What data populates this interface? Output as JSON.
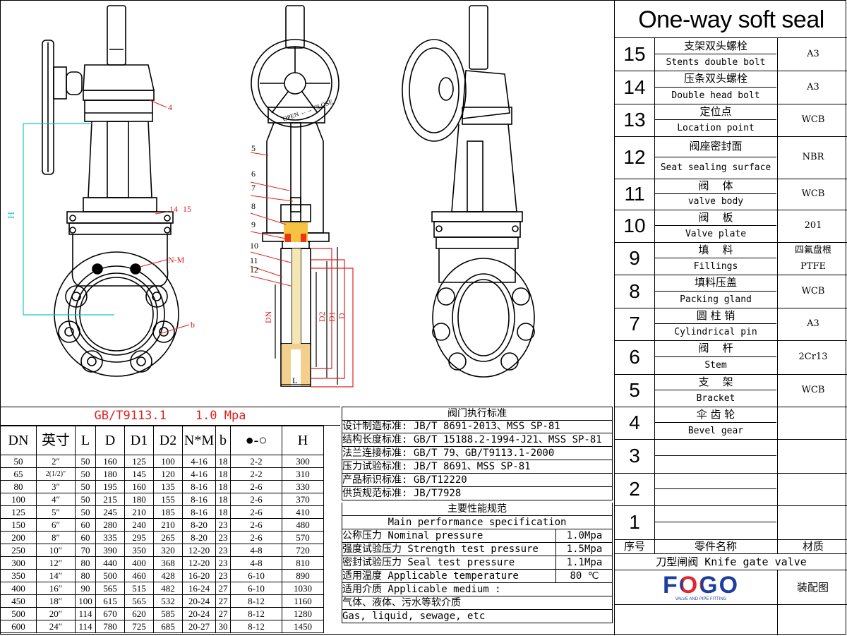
{
  "parts_title": "One-way soft seal",
  "parts": [
    {
      "no": "15",
      "cn": "支架双头螺栓",
      "en": "Stents double bolt",
      "mat": "A3"
    },
    {
      "no": "14",
      "cn": "压条双头螺栓",
      "en": "Double head bolt",
      "mat": "A3"
    },
    {
      "no": "13",
      "cn": "定位点",
      "en": "Location point",
      "mat": "WCB"
    },
    {
      "no": "12",
      "cn": "阀座密封面",
      "en": "Seat sealing surface",
      "mat": "NBR"
    },
    {
      "no": "11",
      "cn": "阀    体",
      "en": "valve body",
      "mat": "WCB"
    },
    {
      "no": "10",
      "cn": "阀    板",
      "en": "Valve plate",
      "mat": "201"
    },
    {
      "no": "9",
      "cn": "填    料",
      "en": "Fillings",
      "mat": "四氟盘根",
      "mat2": "PTFE"
    },
    {
      "no": "8",
      "cn": "填料压盖",
      "en": "Packing gland",
      "mat": "WCB"
    },
    {
      "no": "7",
      "cn": "圆 柱 销",
      "en": "Cylindrical pin",
      "mat": "A3"
    },
    {
      "no": "6",
      "cn": "阀    杆",
      "en": "Stem",
      "mat": "2Cr13"
    },
    {
      "no": "5",
      "cn": "支    架",
      "en": "Bracket",
      "mat": "WCB"
    },
    {
      "no": "4",
      "cn": "伞 齿 轮",
      "en": "Bevel gear",
      "mat": ""
    },
    {
      "no": "3",
      "cn": "",
      "en": "",
      "mat": ""
    },
    {
      "no": "2",
      "cn": "",
      "en": "",
      "mat": ""
    },
    {
      "no": "1",
      "cn": "",
      "en": "",
      "mat": ""
    }
  ],
  "parts_header": {
    "no": "序号",
    "name": "零件名称",
    "mat": "材质"
  },
  "product_name": "刀型闸阀 Knife gate valve",
  "logo": {
    "text": "FOGO",
    "tagline": "VALVE AND PIPE FITTING"
  },
  "drawing_type": "装配图",
  "dims_table": {
    "title": "GB/T9113.1    1.0 Mpa",
    "headers": [
      "DN",
      "英寸",
      "L",
      "D",
      "D1",
      "D2",
      "N*M",
      "b",
      "●-○",
      "H"
    ],
    "rows": [
      [
        "50",
        "2″",
        "50",
        "160",
        "125",
        "100",
        "4-16",
        "18",
        "2-2",
        "300"
      ],
      [
        "65",
        "2(1/2)″",
        "50",
        "180",
        "145",
        "120",
        "4-16",
        "18",
        "2-2",
        "310"
      ],
      [
        "80",
        "3″",
        "50",
        "195",
        "160",
        "135",
        "8-16",
        "18",
        "2-6",
        "330"
      ],
      [
        "100",
        "4″",
        "50",
        "215",
        "180",
        "155",
        "8-16",
        "18",
        "2-6",
        "370"
      ],
      [
        "125",
        "5″",
        "50",
        "245",
        "210",
        "185",
        "8-16",
        "18",
        "2-6",
        "410"
      ],
      [
        "150",
        "6″",
        "60",
        "280",
        "240",
        "210",
        "8-20",
        "23",
        "2-6",
        "480"
      ],
      [
        "200",
        "8″",
        "60",
        "335",
        "295",
        "265",
        "8-20",
        "23",
        "2-6",
        "570"
      ],
      [
        "250",
        "10″",
        "70",
        "390",
        "350",
        "320",
        "12-20",
        "23",
        "4-8",
        "720"
      ],
      [
        "300",
        "12″",
        "80",
        "440",
        "400",
        "368",
        "12-20",
        "23",
        "4-8",
        "810"
      ],
      [
        "350",
        "14″",
        "80",
        "500",
        "460",
        "428",
        "16-20",
        "23",
        "6-10",
        "890"
      ],
      [
        "400",
        "16″",
        "90",
        "565",
        "515",
        "482",
        "16-24",
        "27",
        "6-10",
        "1030"
      ],
      [
        "450",
        "18″",
        "100",
        "615",
        "565",
        "532",
        "20-24",
        "27",
        "8-12",
        "1160"
      ],
      [
        "500",
        "20″",
        "114",
        "670",
        "620",
        "585",
        "20-24",
        "27",
        "8-12",
        "1280"
      ],
      [
        "600",
        "24″",
        "114",
        "780",
        "725",
        "685",
        "20-27",
        "30",
        "8-12",
        "1450"
      ]
    ]
  },
  "standards": {
    "title": "阀门执行标准",
    "lines": [
      "设计制造标准: JB/T 8691-2013、MSS SP-81",
      "结构长度标准: GB/T 15188.2-1994-J21、MSS SP-81",
      "法兰连接标准: GB/T 79、GB/T9113.1-2000",
      "压力试验标准: JB/T 8691、MSS SP-81",
      "产品标识标准: GB/T12220",
      "供货规范标准: JB/T7928"
    ],
    "perf_title_cn": "主要性能规范",
    "perf_title_en": "Main performance specification",
    "perf": [
      {
        "label": "公称压力 Nominal pressure",
        "value": "1.0Mpa"
      },
      {
        "label": "强度试验压力 Strength test pressure",
        "value": "1.5Mpa"
      },
      {
        "label": "密封试验压力 Seal test pressure",
        "value": "1.1Mpa"
      },
      {
        "label": "适用温度 Applicable temperature",
        "value": "80 ℃"
      }
    ],
    "medium_lines": [
      "适用介质 Applicable medium :",
      "气体、液体、污水等软介质",
      "Gas, liquid, sewage, etc"
    ]
  },
  "drawing_labels": {
    "callouts_left": [
      "4",
      "14",
      "15",
      "N-M",
      "b",
      "H"
    ],
    "callouts_mid": [
      "5",
      "6",
      "7",
      "8",
      "9",
      "10",
      "11",
      "12",
      "DN",
      "D2",
      "D1",
      "D",
      "L"
    ],
    "wheel_text": "OPEN ←→ CLOSE"
  }
}
